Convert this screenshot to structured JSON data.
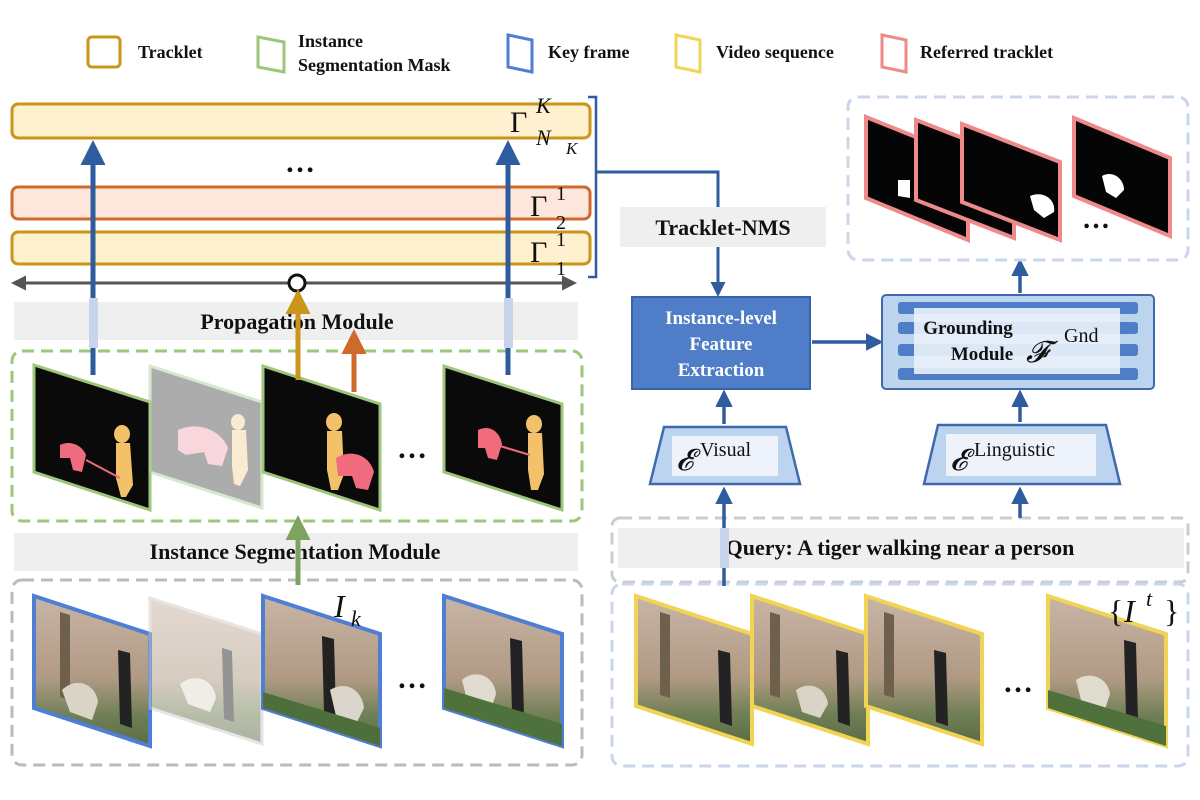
{
  "legend": [
    {
      "label": "Tracklet",
      "color": "#c9961a"
    },
    {
      "label": "Instance",
      "label2": "Segmentation Mask",
      "color": "#9cc77b"
    },
    {
      "label": "Key frame",
      "color": "#4f7fd4"
    },
    {
      "label": "Video sequence",
      "color": "#f2d455"
    },
    {
      "label": "Referred tracklet",
      "color": "#ee8a8a"
    }
  ],
  "tracklets": {
    "top": {
      "base": "Γ",
      "sup": "K",
      "sub": "N",
      "subsub": "K"
    },
    "mid": {
      "base": "Γ",
      "sup": "1",
      "sub": "2"
    },
    "bot": {
      "base": "Γ",
      "sup": "1",
      "sub": "1"
    },
    "ellipsis": "…"
  },
  "modules": {
    "propagation": "Propagation Module",
    "instance_seg": "Instance Segmentation Module",
    "tracklet_nms": "Tracklet-NMS",
    "feature_extraction": [
      "Instance-level",
      "Feature",
      "Extraction"
    ],
    "grounding": [
      "Grounding",
      "Module"
    ],
    "grounding_symbol": {
      "base": "𝓕",
      "sup": "Gnd"
    },
    "visual_encoder": {
      "base": "𝓔",
      "sup": "Visual"
    },
    "linguistic_encoder": {
      "base": "𝓔",
      "sup": "Linguistic"
    }
  },
  "query": "Query: A tiger walking near a person",
  "frame_labels": {
    "key_frame": {
      "base": "I",
      "sub": "k"
    },
    "video_seq": {
      "open": "{",
      "base": "I",
      "sup": "t",
      "close": "}"
    }
  },
  "ellipsis": "…",
  "colors": {
    "tracklet": "#c9961a",
    "tracklet_alt": "#d06a2a",
    "tracklet_fill": "#fff1cf",
    "mask": "#9cc77b",
    "keyframe": "#4f7fd4",
    "video": "#f2d455",
    "referred": "#ee8a8a",
    "arrow": "#2e5c9e",
    "module_blue": "#4f7dc8",
    "grounding_bg": "#bcd4ee"
  }
}
